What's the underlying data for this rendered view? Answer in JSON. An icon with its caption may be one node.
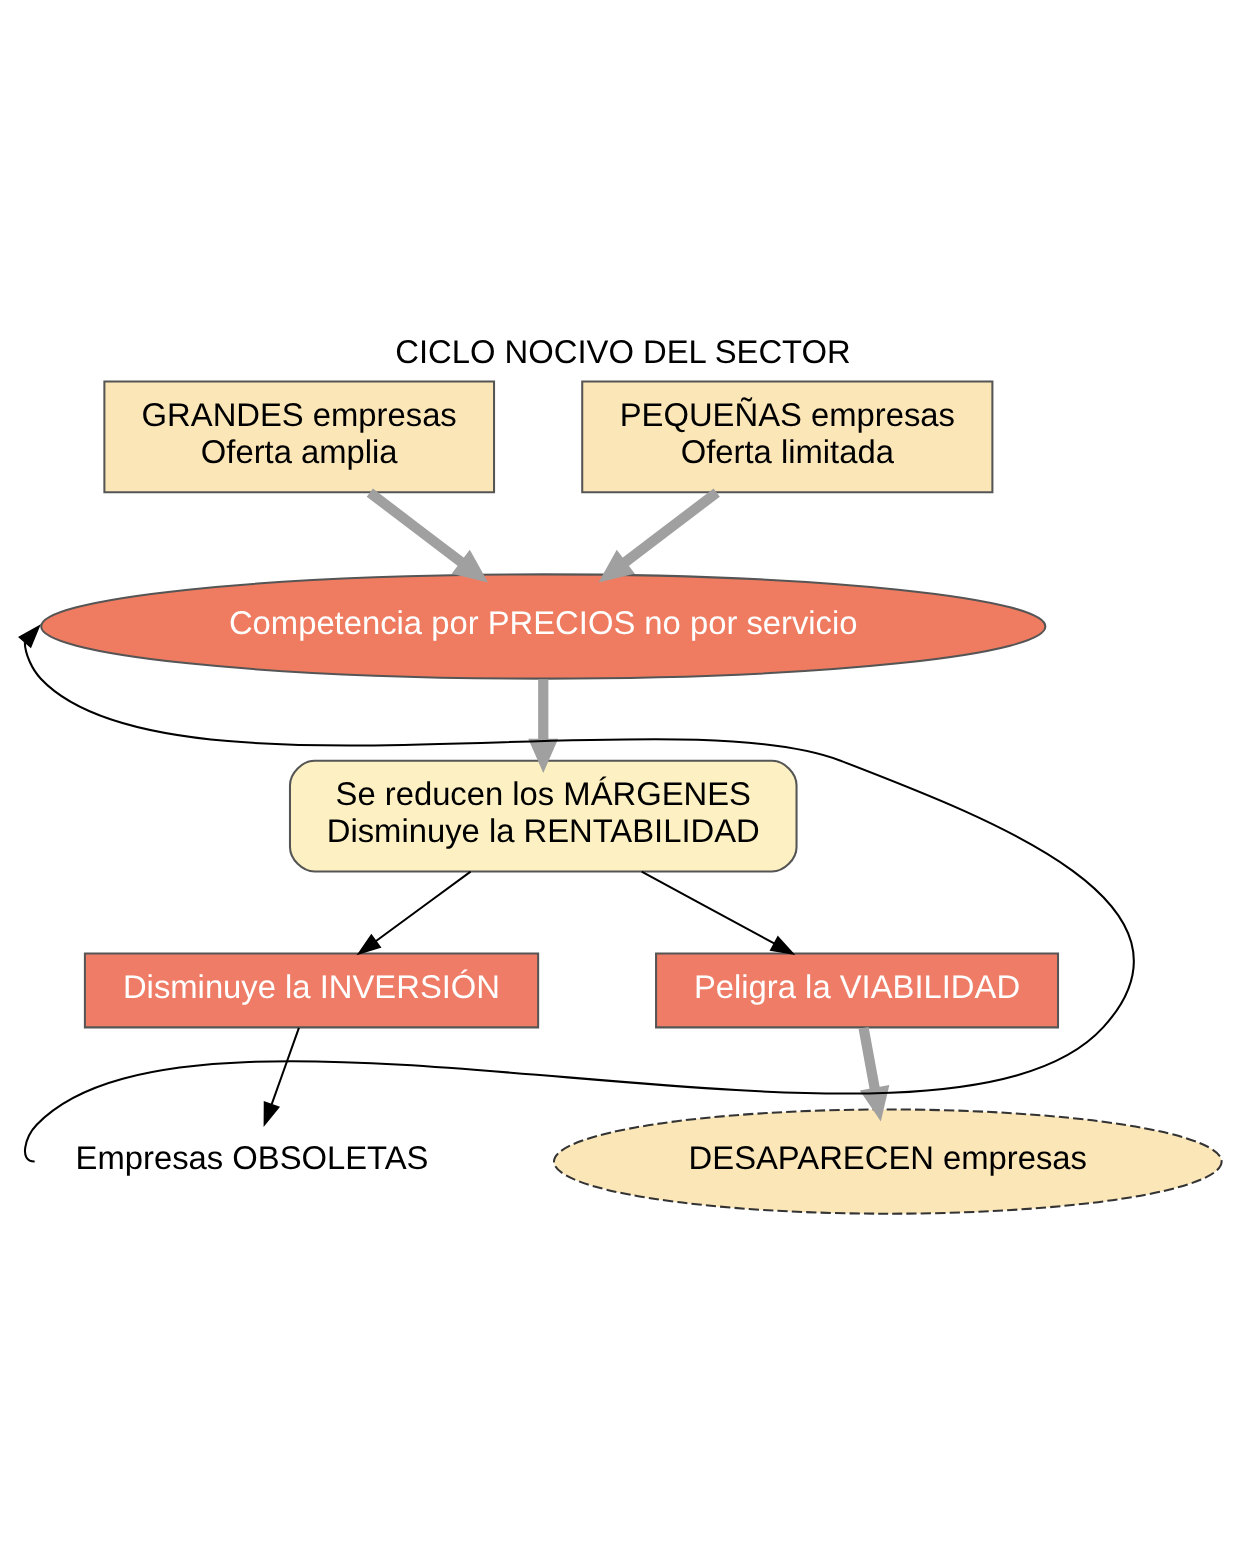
{
  "diagram": {
    "title": "CICLO NOCIVO DEL SECTOR",
    "nodes": [
      {
        "text": [
          "GRANDES empresas",
          "Oferta amplia"
        ]
      },
      {
        "text": [
          "PEQUEÑAS empresas",
          "Oferta limitada"
        ]
      },
      {
        "text": [
          "Competencia por PRECIOS no por servicio"
        ]
      },
      {
        "text": [
          "Se reducen los MÁRGENES",
          "Disminuye la RENTABILIDAD"
        ]
      },
      {
        "text": [
          "Disminuye la INVERSIÓN"
        ]
      },
      {
        "text": [
          "Peligra la VIABILIDAD"
        ]
      },
      {
        "text": [
          "Empresas OBSOLETAS"
        ]
      },
      {
        "text": [
          "DESAPARECEN empresas"
        ]
      }
    ],
    "edges": [
      {
        "from": 0,
        "to": 2,
        "arrow": "to",
        "color": "#a0a0a0",
        "style": "thick"
      },
      {
        "from": 1,
        "to": 2,
        "arrow": "to",
        "color": "#a0a0a0",
        "style": "thick"
      },
      {
        "from": 2,
        "to": 3,
        "arrow": "to",
        "color": "#a0a0a0",
        "style": "thick"
      },
      {
        "from": 3,
        "to": 4,
        "arrow": "to",
        "color": "#000000"
      },
      {
        "from": 3,
        "to": 5,
        "arrow": "to",
        "color": "#000000"
      },
      {
        "from": 4,
        "to": 6,
        "arrow": "to",
        "color": "#000000"
      },
      {
        "from": 6,
        "to": 2,
        "arrow": "to",
        "color": "#000000"
      },
      {
        "from": 5,
        "to": 7,
        "arrow": "to",
        "color": "#a0a0a0",
        "style": "thick"
      }
    ]
  }
}
